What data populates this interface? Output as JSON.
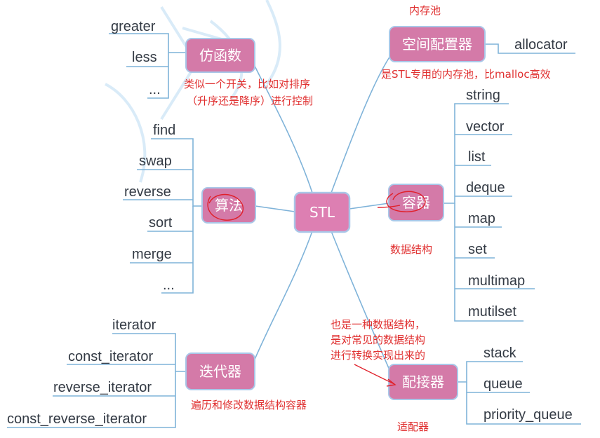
{
  "center": {
    "label": "STL"
  },
  "colors": {
    "node_fill": "#d47aa8",
    "line": "#7fb3d9",
    "note": "#e03030",
    "leaf_text": "#333a44"
  },
  "nodes": {
    "functor": {
      "label": "仿函数",
      "leaves": [
        "greater",
        "less",
        "..."
      ],
      "notes": [
        "类似一个开关，比如对排序",
        "（升序还是降序）进行控制"
      ]
    },
    "allocator": {
      "label": "空间配置器",
      "leaves": [
        "allocator"
      ],
      "title_note": "内存池",
      "notes": [
        "是STL专用的内存池，比malloc高效"
      ]
    },
    "algorithm": {
      "label": "算法",
      "leaves": [
        "find",
        "swap",
        "reverse",
        "sort",
        "merge",
        "..."
      ]
    },
    "container": {
      "label": "容器",
      "leaves": [
        "string",
        "vector",
        "list",
        "deque",
        "map",
        "set",
        "multimap",
        "mutilset"
      ],
      "notes": [
        "数据结构"
      ]
    },
    "iterator": {
      "label": "迭代器",
      "leaves": [
        "iterator",
        "const_iterator",
        "reverse_iterator",
        "const_reverse_iterator"
      ],
      "notes": [
        "遍历和修改数据结构容器"
      ]
    },
    "adapter": {
      "label": "配接器",
      "leaves": [
        "stack",
        "queue",
        "priority_queue"
      ],
      "notes": [
        "也是一种数据结构，",
        "是对常见的数据结构",
        "进行转换实现出来的"
      ],
      "bottom_note": "适配器"
    }
  }
}
